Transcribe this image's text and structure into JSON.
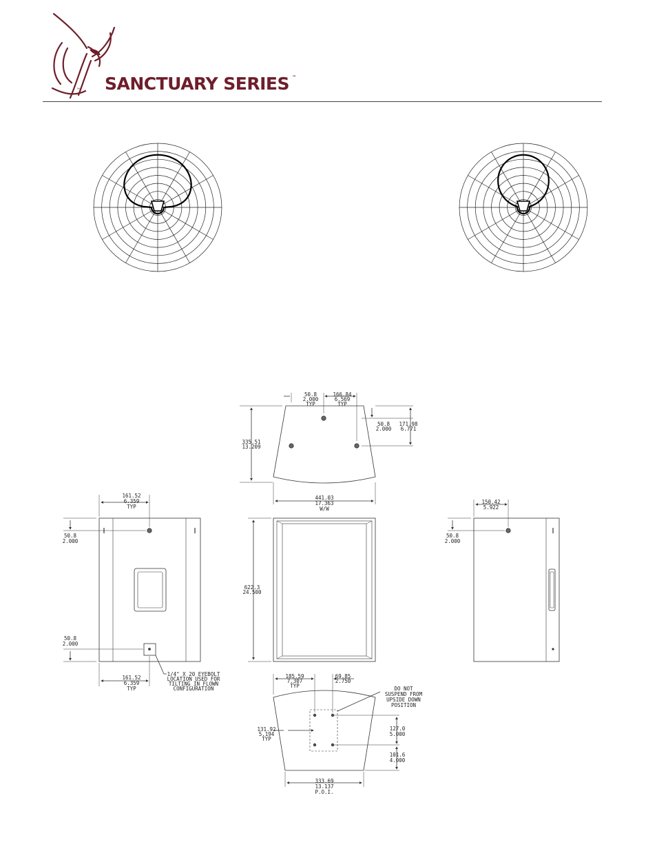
{
  "header": {
    "brand": "SANCTUARY SERIES",
    "trademark": "™",
    "logo_icon": "dove-logo-icon",
    "brand_color": "#6e1e2b"
  },
  "drawing": {
    "top_view": {
      "offset_mm": "50.8",
      "offset_in": "2.000",
      "offset_note": "TYP",
      "spacing_mm": "166.84",
      "spacing_in": "6.569",
      "spacing_note": "TYP",
      "right_off_mm": "50.8",
      "right_off_in": "2.000",
      "right_h_mm": "171.98",
      "right_h_in": "6.771",
      "depth_mm": "335.51",
      "depth_in": "13.209",
      "width_mm": "441.03",
      "width_in": "17.363",
      "width_note": "W/W"
    },
    "left_view": {
      "top_h_mm": "161.52",
      "top_h_in": "6.359",
      "top_h_note": "TYP",
      "top_v_mm": "50.8",
      "top_v_in": "2.000",
      "bot_v_mm": "50.8",
      "bot_v_in": "2.000",
      "bot_h_mm": "161.52",
      "bot_h_in": "6.359",
      "bot_h_note": "TYP",
      "eyebolt_note": [
        "1/4\" X 20 EYEBOLT",
        "LOCATION USED FOR",
        "TILTING IN FLOWN",
        "CONFIGURATION"
      ]
    },
    "front_view": {
      "height_mm": "622.3",
      "height_in": "24.500"
    },
    "right_view": {
      "h_mm": "150.42",
      "h_in": "5.922",
      "v_mm": "50.8",
      "v_in": "2.000"
    },
    "bottom_view": {
      "a_mm": "185.59",
      "a_in": "7.307",
      "a_note": "TYP",
      "b_mm": "69.85",
      "b_in": "2.750",
      "warning": [
        "DO NOT",
        "SUSPEND FROM",
        "UPSIDE DOWN",
        "POSITION"
      ],
      "left_mm": "131.92",
      "left_in": "5.194",
      "left_note": "TYP",
      "r1_mm": "127.0",
      "r1_in": "5.000",
      "r2_mm": "101.6",
      "r2_in": "4.000",
      "width_mm": "333.69",
      "width_in": "13.137",
      "width_note": "P.O.I."
    }
  }
}
